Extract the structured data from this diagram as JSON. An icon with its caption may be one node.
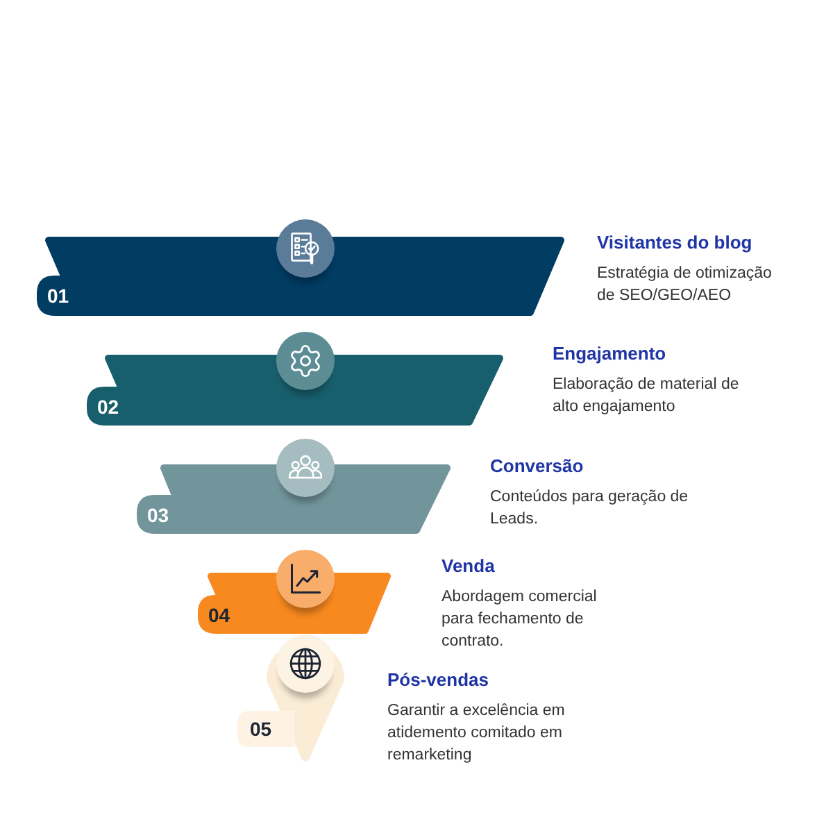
{
  "diagram": {
    "nodes": [
      {
        "text": [
          "01"
        ],
        "beside": [
          "Visitantes do blog",
          "Estratégia de otimização de SEO/GEO/AEO"
        ]
      },
      {
        "text": [
          "02"
        ],
        "beside": [
          "Engajamento",
          "Elaboração de material de alto engajamento"
        ]
      },
      {
        "text": [
          "03"
        ],
        "beside": [
          "Conversão",
          "Conteúdos para geração de Leads."
        ]
      },
      {
        "text": [
          "04"
        ],
        "beside": [
          "Venda",
          "Abordagem comercial para fechamento de contrato."
        ]
      },
      {
        "text": [
          "05"
        ],
        "beside": [
          "Pós-vendas",
          "Garantir a excelência em atidemento comitado em remarketing"
        ]
      }
    ]
  }
}
